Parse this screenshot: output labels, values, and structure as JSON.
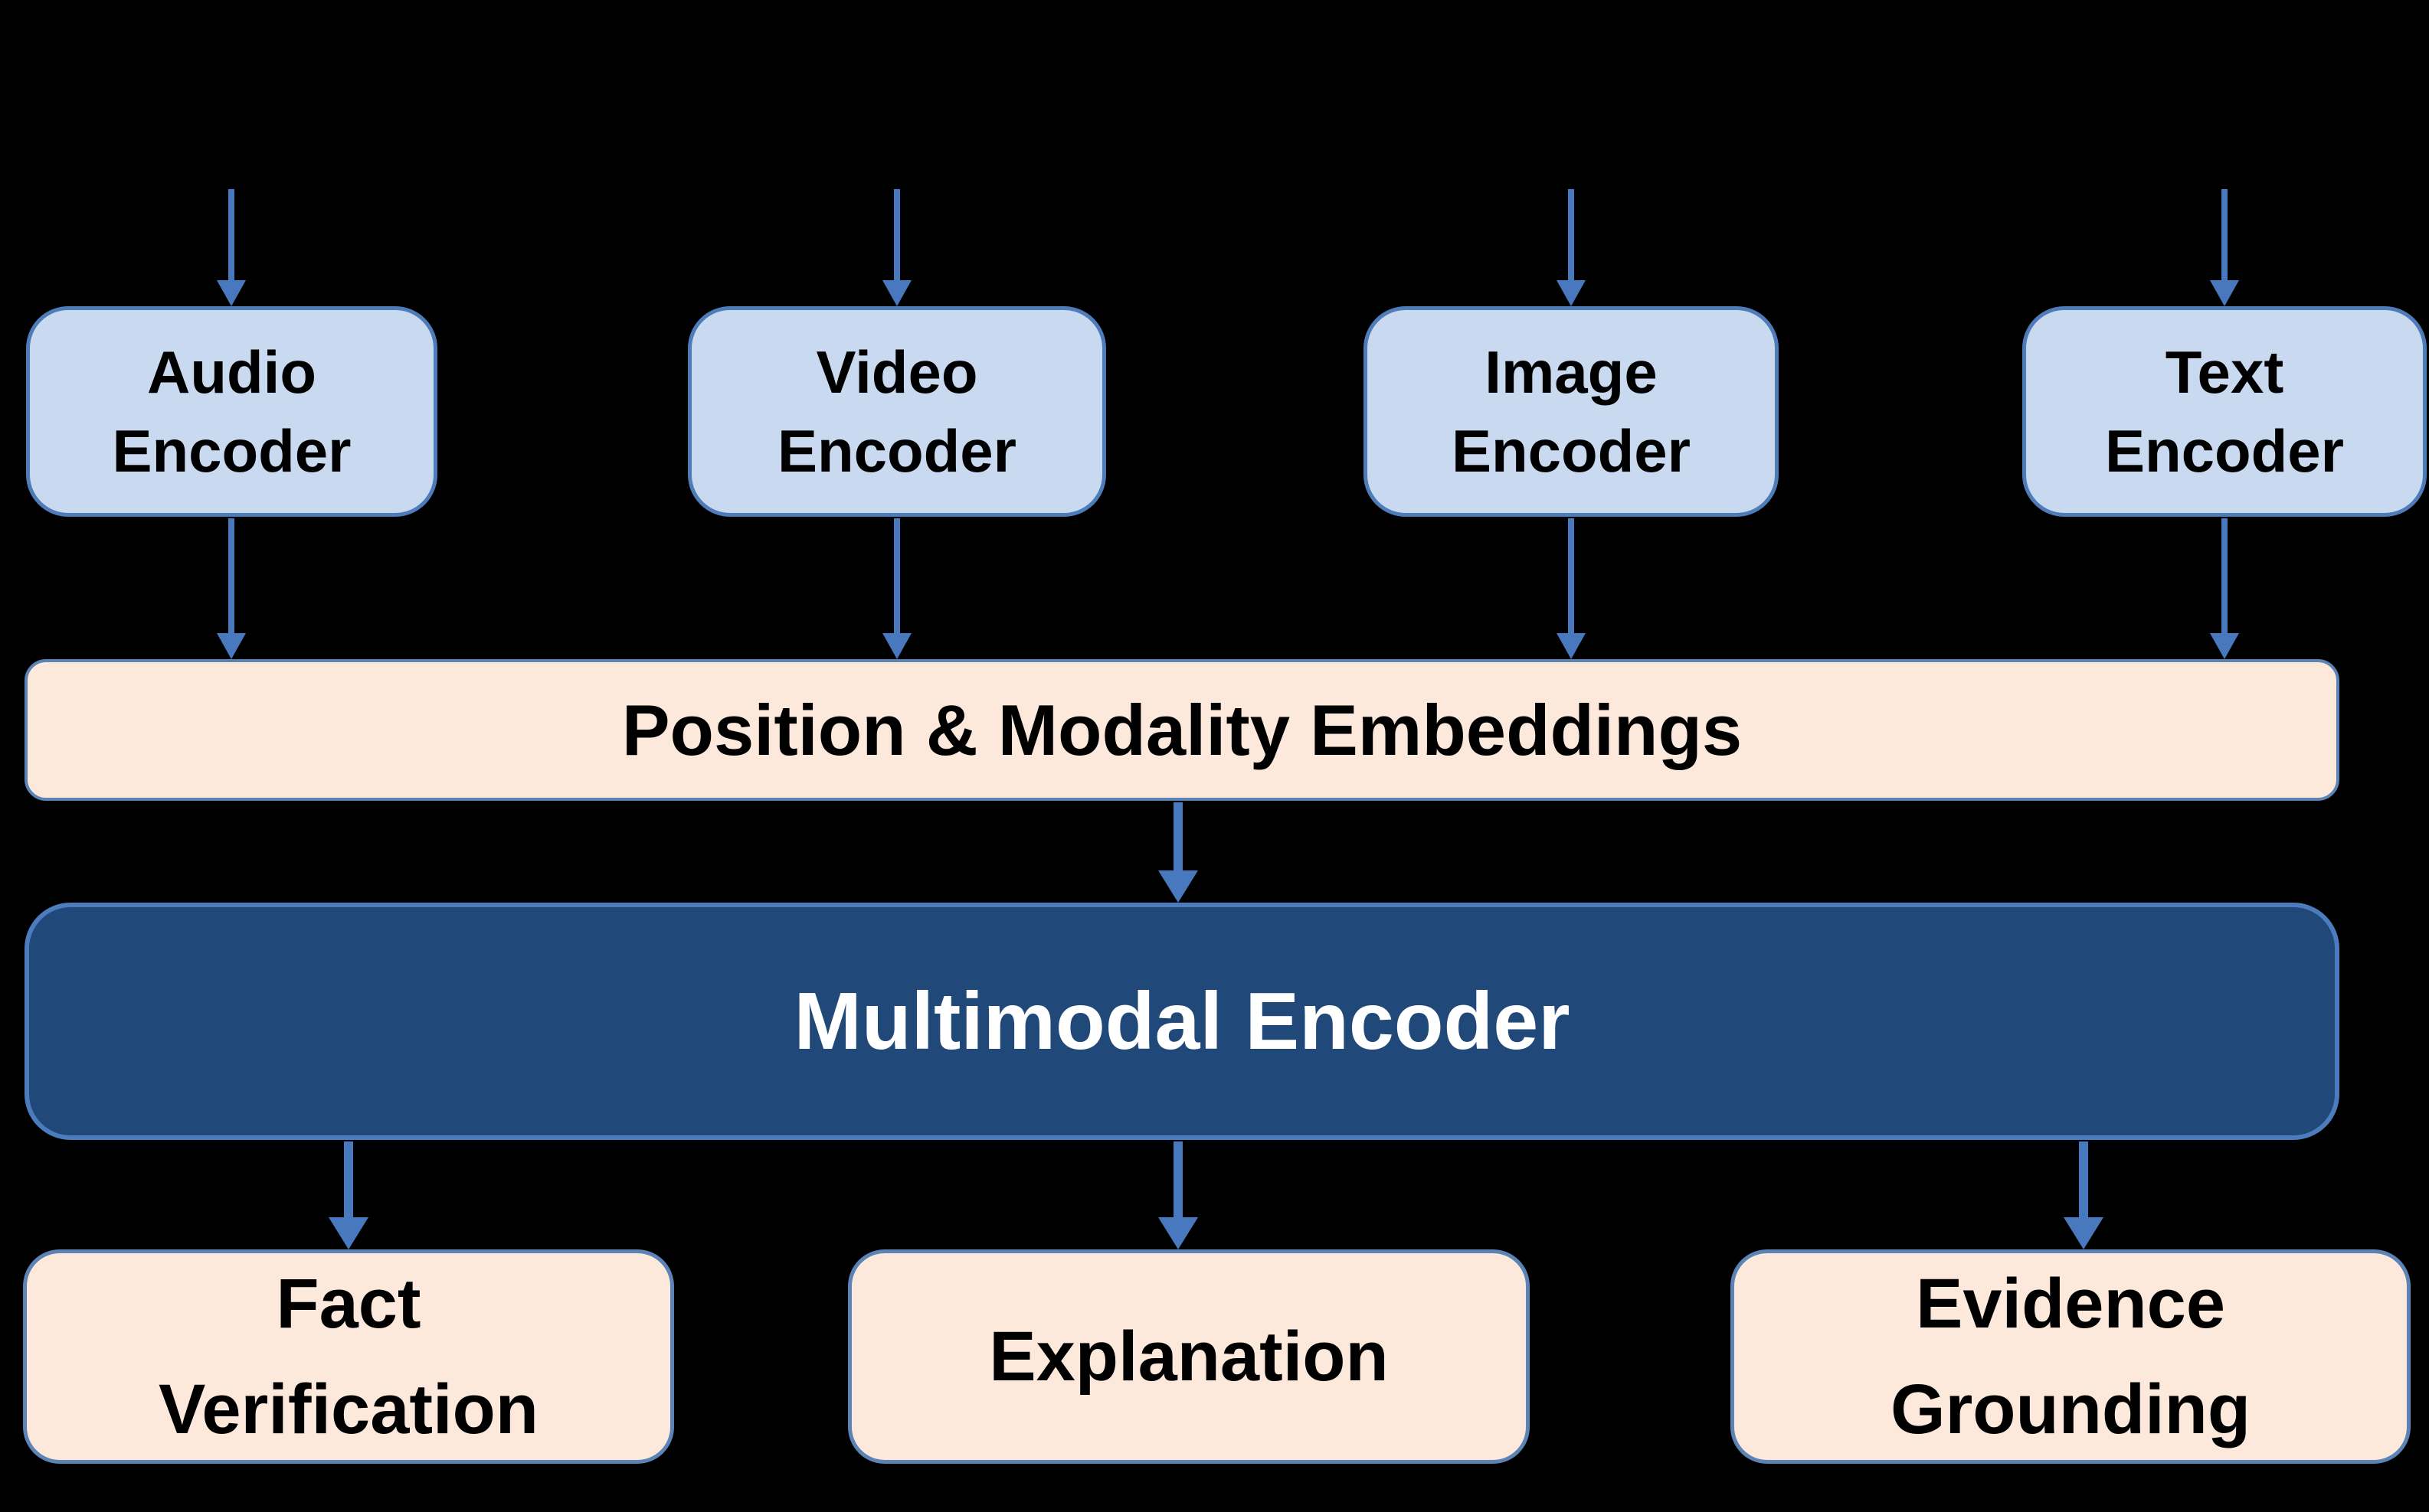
{
  "colors": {
    "background": "#000000",
    "encoder_fill": "#C9D9F0",
    "encoder_border": "#4E7CB8",
    "embeddings_fill": "#FCE9DB",
    "embeddings_border": "#5B83B5",
    "multimodal_fill": "#20497A",
    "multimodal_border": "#4B7CBD",
    "output_fill": "#FCE9DB",
    "output_border": "#5B83B5",
    "arrow": "#4878BE",
    "encoder_text": "#000000",
    "multimodal_text": "#FFFFFF"
  },
  "encoders": [
    {
      "line1": "Audio",
      "line2": "Encoder"
    },
    {
      "line1": "Video",
      "line2": "Encoder"
    },
    {
      "line1": "Image",
      "line2": "Encoder"
    },
    {
      "line1": "Text",
      "line2": "Encoder"
    }
  ],
  "embeddings_bar": {
    "label": "Position & Modality Embeddings"
  },
  "multimodal_bar": {
    "label": "Multimodal Encoder"
  },
  "outputs": [
    {
      "line1": "Fact",
      "line2": "Verification"
    },
    {
      "line1": "Explanation",
      "line2": ""
    },
    {
      "line1": "Evidence",
      "line2": "Grounding"
    }
  ]
}
